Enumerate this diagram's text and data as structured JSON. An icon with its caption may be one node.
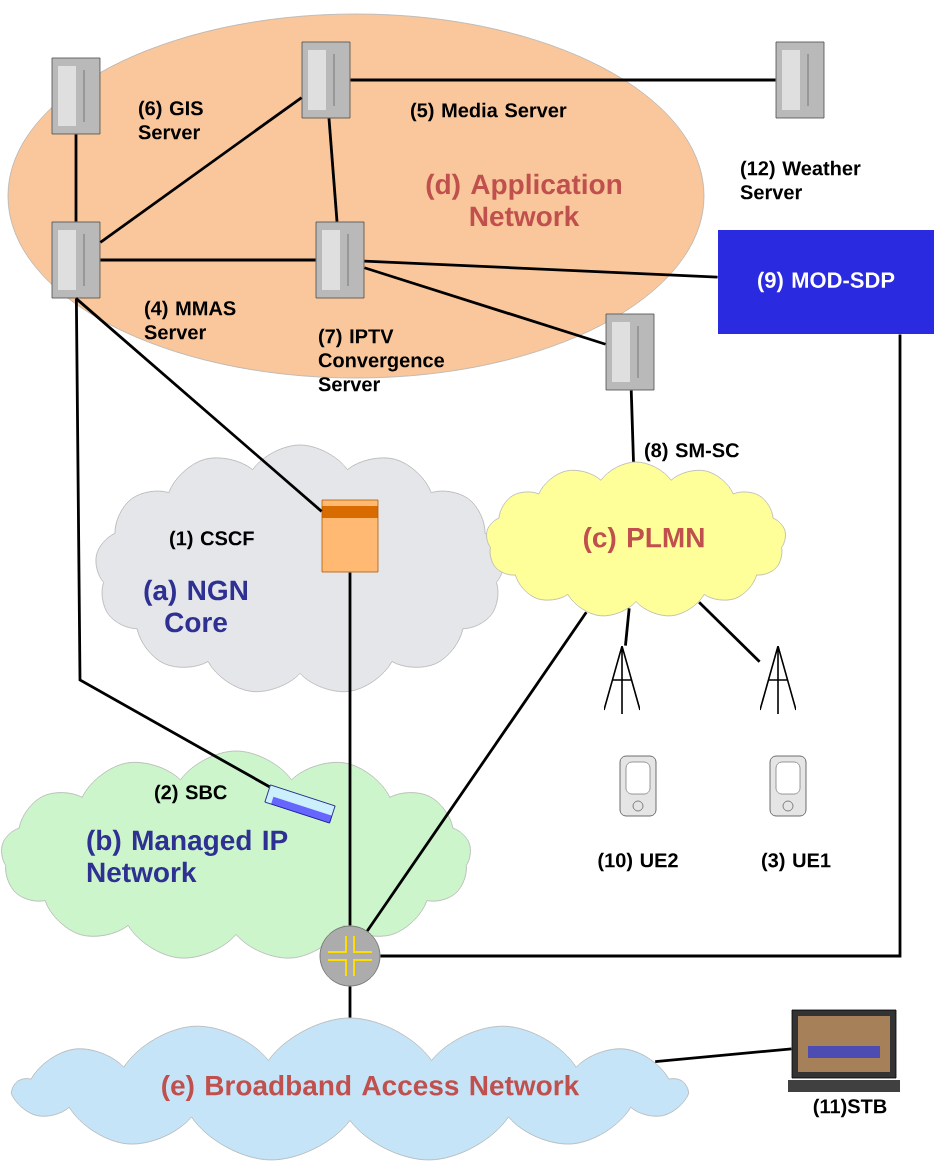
{
  "diagram": {
    "nodes": [
      {
        "text": [
          "(d) Application Network"
        ]
      },
      {
        "text": [
          "(6) GIS Server"
        ],
        "in": 0
      },
      {
        "text": [
          "(5) Media Server"
        ],
        "in": 0
      },
      {
        "text": [
          "(4) MMAS Server"
        ],
        "in": 0
      },
      {
        "text": [
          "(7) IPTV Convergence Server"
        ],
        "in": 0
      },
      {
        "text": [
          "(12) Weather Server"
        ]
      },
      {
        "text": [
          "(9) MOD-SDP"
        ]
      },
      {
        "text": [
          "(8) SM-SC"
        ]
      },
      {
        "text": [
          "(a) NGN Core"
        ]
      },
      {
        "text": [
          "(1) CSCF"
        ],
        "in": 8
      },
      {
        "text": [
          "(c) PLMN"
        ]
      },
      {
        "text": [],
        "shape": "tower"
      },
      {
        "text": [],
        "shape": "tower"
      },
      {
        "text": [
          "(b) Managed IP Network"
        ]
      },
      {
        "text": [
          "(2) SBC"
        ],
        "in": 13
      },
      {
        "text": [],
        "shape": "circle"
      },
      {
        "text": [
          "(10) UE2"
        ]
      },
      {
        "text": [
          "(3) UE1"
        ]
      },
      {
        "text": [
          "(e) Broadband Access Network"
        ]
      },
      {
        "text": [
          "(11)STB"
        ]
      }
    ],
    "edges": [
      {
        "from": 1,
        "to": 3,
        "arrow": "none"
      },
      {
        "from": 2,
        "to": 5,
        "arrow": "none"
      },
      {
        "from": 3,
        "to": 2,
        "arrow": "none"
      },
      {
        "from": 2,
        "to": 4,
        "arrow": "none"
      },
      {
        "from": 3,
        "to": 4,
        "arrow": "none"
      },
      {
        "from": 4,
        "to": 6,
        "arrow": "none"
      },
      {
        "from": 4,
        "to": 7,
        "arrow": "none"
      },
      {
        "from": 7,
        "to": 10,
        "arrow": "none"
      },
      {
        "from": 3,
        "to": 9,
        "arrow": "none"
      },
      {
        "from": 3,
        "to": 14,
        "arrow": "none"
      },
      {
        "from": 9,
        "to": 15,
        "arrow": "none"
      },
      {
        "from": 15,
        "to": 18,
        "arrow": "none"
      },
      {
        "from": 15,
        "to": 10,
        "arrow": "none"
      },
      {
        "from": 10,
        "to": 11,
        "arrow": "none"
      },
      {
        "from": 10,
        "to": 12,
        "arrow": "none"
      },
      {
        "from": 6,
        "to": 15,
        "arrow": "none"
      },
      {
        "from": 18,
        "to": 19,
        "arrow": "none"
      }
    ]
  }
}
